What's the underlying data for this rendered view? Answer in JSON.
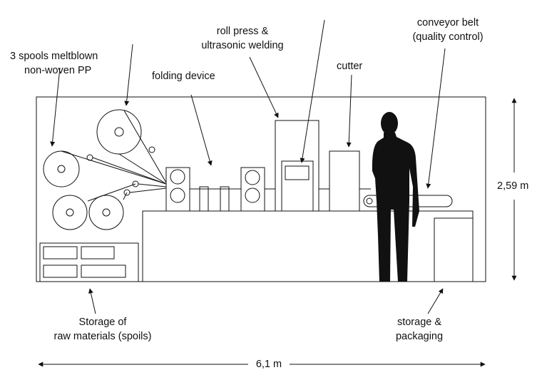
{
  "labels": {
    "spools": [
      "3 spools meltblown",
      "non-woven PP"
    ],
    "folding": "folding device",
    "rollpress": [
      "roll press &",
      "ultrasonic welding"
    ],
    "cutter": "cutter",
    "conveyor": [
      "conveyor belt",
      "(quality control)"
    ],
    "storage_raw": [
      "Storage of",
      "raw materials (spoils)"
    ],
    "storage_pack": [
      "storage &",
      "packaging"
    ]
  },
  "dimensions": {
    "width": "6,1 m",
    "height": "2,59 m"
  }
}
